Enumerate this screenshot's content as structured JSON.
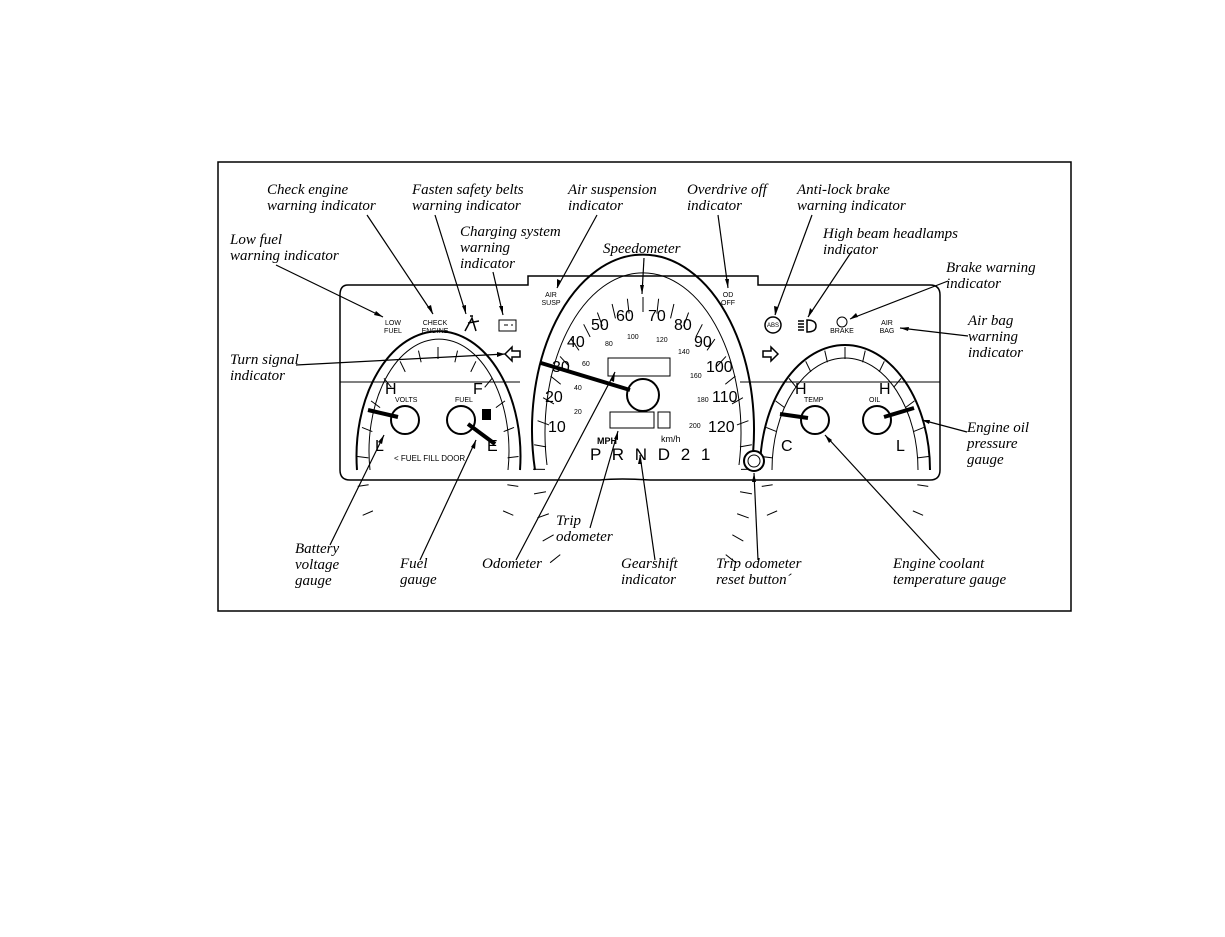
{
  "callouts": {
    "check_engine": [
      "Check engine",
      "warning indicator"
    ],
    "fasten_belts": [
      "Fasten safety belts",
      "warning indicator"
    ],
    "air_susp": [
      "Air suspension",
      "indicator"
    ],
    "od_off": [
      "Overdrive off",
      "indicator"
    ],
    "abs": [
      "Anti-lock brake",
      "warning indicator"
    ],
    "charging": [
      "Charging system",
      "warning",
      "indicator"
    ],
    "low_fuel": [
      "Low fuel",
      "warning indicator"
    ],
    "speedometer": [
      "Speedometer"
    ],
    "high_beam": [
      "High beam headlamps",
      "indicator"
    ],
    "brake": [
      "Brake warning",
      "indicator"
    ],
    "airbag": [
      "Air bag",
      "warning",
      "indicator"
    ],
    "turn_signal": [
      "Turn signal",
      "indicator"
    ],
    "oil": [
      "Engine oil",
      "pressure",
      "gauge"
    ],
    "battery": [
      "Battery",
      "voltage",
      "gauge"
    ],
    "fuel": [
      "Fuel",
      "gauge"
    ],
    "odometer": [
      "Odometer"
    ],
    "trip": [
      "Trip",
      "odometer"
    ],
    "gearshift": [
      "Gearshift",
      "indicator"
    ],
    "trip_reset": [
      "Trip odometer",
      "reset button´"
    ],
    "coolant": [
      "Engine coolant",
      "temperature gauge"
    ]
  },
  "panel": {
    "low_fuel": [
      "LOW",
      "FUEL"
    ],
    "check_engine": [
      "CHECK",
      "ENGINE"
    ],
    "air_susp": [
      "AIR",
      "SUSP"
    ],
    "od_off": [
      "OD",
      "OFF"
    ],
    "abs": "ABS",
    "brake": "BRAKE",
    "airbag": [
      "AIR",
      "BAG"
    ],
    "volts_label": "VOLTS",
    "fuel_label": "FUEL",
    "temp_label": "TEMP",
    "oil_label": "OIL",
    "H": "H",
    "L": "L",
    "F": "F",
    "E": "E",
    "C": "C",
    "fuel_door": "< FUEL FILL DOOR",
    "mph": "MPH",
    "kmh": "km/h",
    "gears": "P R N D 2 1",
    "mph_ticks": [
      "10",
      "20",
      "30",
      "40",
      "50",
      "60",
      "70",
      "80",
      "90",
      "100",
      "110",
      "120"
    ],
    "kmh_ticks": [
      "20",
      "40",
      "60",
      "80",
      "100",
      "120",
      "140",
      "160",
      "180",
      "200"
    ]
  }
}
